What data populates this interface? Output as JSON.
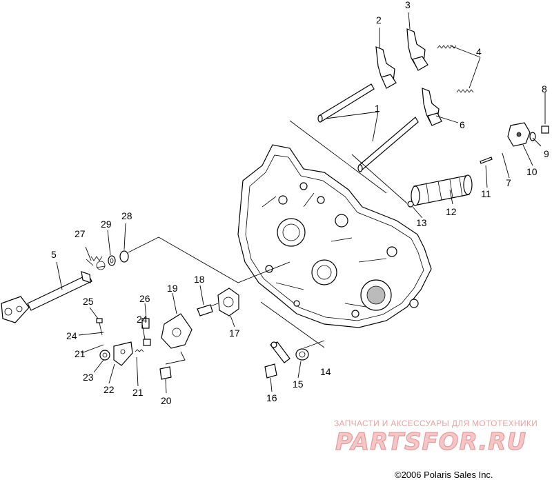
{
  "callouts": [
    {
      "n": "1"
    },
    {
      "n": "2"
    },
    {
      "n": "3"
    },
    {
      "n": "4"
    },
    {
      "n": "5"
    },
    {
      "n": "6"
    },
    {
      "n": "7"
    },
    {
      "n": "8"
    },
    {
      "n": "9"
    },
    {
      "n": "10"
    },
    {
      "n": "11"
    },
    {
      "n": "12"
    },
    {
      "n": "13"
    },
    {
      "n": "14"
    },
    {
      "n": "15"
    },
    {
      "n": "16"
    },
    {
      "n": "17"
    },
    {
      "n": "18"
    },
    {
      "n": "19"
    },
    {
      "n": "20"
    },
    {
      "n": "21"
    },
    {
      "n": "21"
    },
    {
      "n": "22"
    },
    {
      "n": "23"
    },
    {
      "n": "24"
    },
    {
      "n": "24"
    },
    {
      "n": "25"
    },
    {
      "n": "26"
    },
    {
      "n": "27"
    },
    {
      "n": "28"
    },
    {
      "n": "29"
    }
  ],
  "watermark": {
    "tagline": "ЗАПЧАСТИ И АКСЕССУАРЫ ДЛЯ МОТОТЕХНИКИ",
    "brand": "PARTSFOR.RU"
  },
  "copyright": "©2006 Polaris Sales Inc."
}
